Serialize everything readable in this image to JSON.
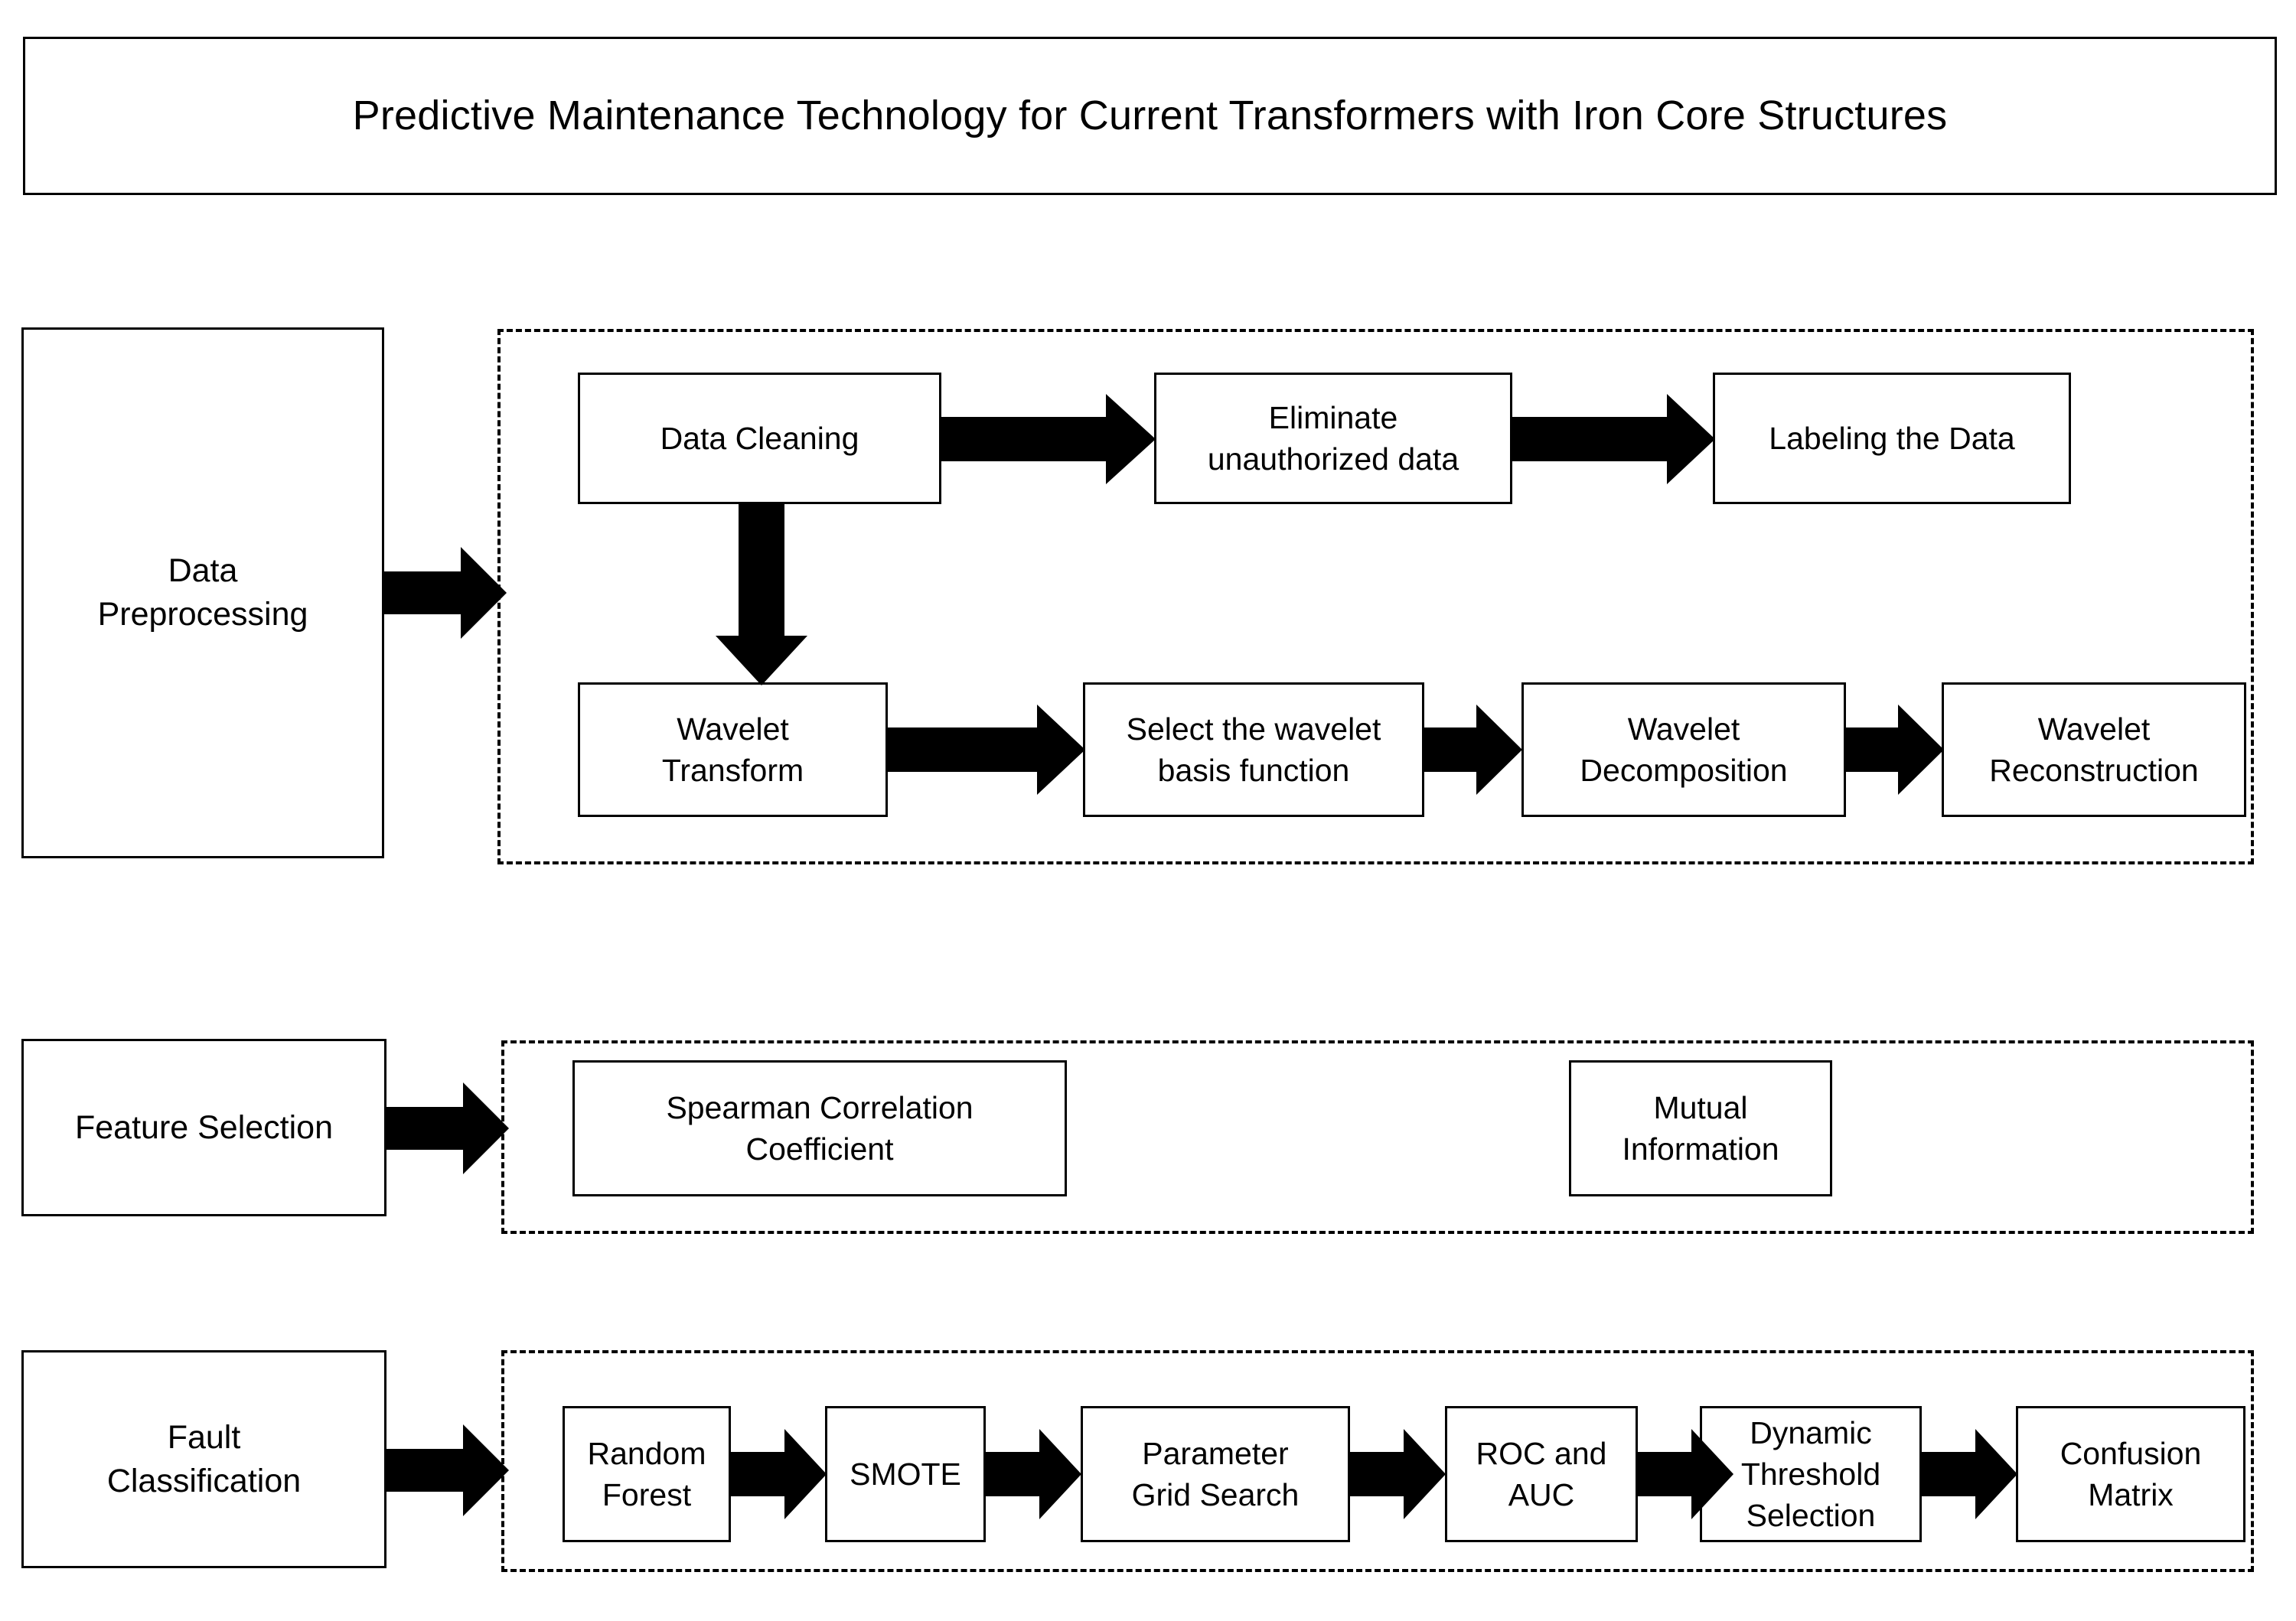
{
  "title": {
    "text": "Predictive Maintenance Technology for Current Transformers with Iron Core Structures"
  },
  "colors": {
    "stroke": "#000000",
    "fill": "#ffffff",
    "arrow": "#000000"
  },
  "rows": [
    {
      "id": "data-preprocessing",
      "stage_label": "Data\nPreprocessing",
      "nodes": [
        {
          "id": "data-cleaning",
          "label": "Data Cleaning"
        },
        {
          "id": "eliminate-unauthorized-data",
          "label": "Eliminate\nunauthorized data"
        },
        {
          "id": "labeling-the-data",
          "label": "Labeling the Data"
        },
        {
          "id": "wavelet-transform",
          "label": "Wavelet\nTransform"
        },
        {
          "id": "select-the-wavelet-basis-function",
          "label": "Select the wavelet\nbasis function"
        },
        {
          "id": "wavelet-decomposition",
          "label": "Wavelet\nDecomposition"
        },
        {
          "id": "wavelet-reconstruction",
          "label": "Wavelet\nReconstruction"
        }
      ]
    },
    {
      "id": "feature-selection",
      "stage_label": "Feature Selection",
      "nodes": [
        {
          "id": "spearman-correlation-coefficient",
          "label": "Spearman Correlation\nCoefficient"
        },
        {
          "id": "mutual-information",
          "label": "Mutual\nInformation"
        }
      ]
    },
    {
      "id": "fault-classification",
      "stage_label": "Fault\nClassification",
      "nodes": [
        {
          "id": "random-forest",
          "label": "Random\nForest"
        },
        {
          "id": "smote",
          "label": "SMOTE"
        },
        {
          "id": "parameter-grid-search",
          "label": "Parameter\nGrid Search"
        },
        {
          "id": "roc-and-auc",
          "label": "ROC and\nAUC"
        },
        {
          "id": "dynamic-threshold-selection",
          "label": "Dynamic\nThreshold\nSelection"
        },
        {
          "id": "confusion-matrix",
          "label": "Confusion\nMatrix"
        }
      ]
    }
  ],
  "labels": {
    "stage_data_preprocessing": "Data\nPreprocessing",
    "stage_feature_selection": "Feature Selection",
    "stage_fault_classification": "Fault\nClassification",
    "data_cleaning": "Data Cleaning",
    "eliminate_unauthorized_data": "Eliminate\nunauthorized data",
    "labeling_the_data": "Labeling the Data",
    "wavelet_transform": "Wavelet\nTransform",
    "select_wavelet_basis": "Select the wavelet\nbasis function",
    "wavelet_decomposition": "Wavelet\nDecomposition",
    "wavelet_reconstruction": "Wavelet\nReconstruction",
    "spearman_correlation_coefficient": "Spearman Correlation\nCoefficient",
    "mutual_information": "Mutual\nInformation",
    "random_forest": "Random\nForest",
    "smote": "SMOTE",
    "parameter_grid_search": "Parameter\nGrid Search",
    "roc_and_auc": "ROC and\nAUC",
    "dynamic_threshold_selection": "Dynamic\nThreshold\nSelection",
    "confusion_matrix": "Confusion\nMatrix"
  },
  "connections": [
    {
      "id": "arrow-stage-to-data-cleaning",
      "from": "data-preprocessing",
      "to": "data-cleaning",
      "direction": "right"
    },
    {
      "id": "arrow-data-cleaning-to-eliminate",
      "from": "data-cleaning",
      "to": "eliminate-unauthorized-data",
      "direction": "right"
    },
    {
      "id": "arrow-eliminate-to-labeling",
      "from": "eliminate-unauthorized-data",
      "to": "labeling-the-data",
      "direction": "right"
    },
    {
      "id": "arrow-data-cleaning-to-wavelet-transform",
      "from": "data-cleaning",
      "to": "wavelet-transform",
      "direction": "down"
    },
    {
      "id": "arrow-wavelet-transform-to-select-basis",
      "from": "wavelet-transform",
      "to": "select-the-wavelet-basis-function",
      "direction": "right"
    },
    {
      "id": "arrow-select-basis-to-decomposition",
      "from": "select-the-wavelet-basis-function",
      "to": "wavelet-decomposition",
      "direction": "right"
    },
    {
      "id": "arrow-decomposition-to-reconstruction",
      "from": "wavelet-decomposition",
      "to": "wavelet-reconstruction",
      "direction": "right"
    },
    {
      "id": "arrow-stage-to-spearman",
      "from": "feature-selection",
      "to": "spearman-correlation-coefficient",
      "direction": "right"
    },
    {
      "id": "arrow-stage-to-random-forest",
      "from": "fault-classification",
      "to": "random-forest",
      "direction": "right"
    },
    {
      "id": "arrow-random-forest-to-smote",
      "from": "random-forest",
      "to": "smote",
      "direction": "right"
    },
    {
      "id": "arrow-smote-to-parameter-grid-search",
      "from": "smote",
      "to": "parameter-grid-search",
      "direction": "right"
    },
    {
      "id": "arrow-parameter-grid-search-to-roc",
      "from": "parameter-grid-search",
      "to": "roc-and-auc",
      "direction": "right"
    },
    {
      "id": "arrow-roc-to-dynamic-threshold",
      "from": "roc-and-auc",
      "to": "dynamic-threshold-selection",
      "direction": "right"
    },
    {
      "id": "arrow-dynamic-threshold-to-confusion-matrix",
      "from": "dynamic-threshold-selection",
      "to": "confusion-matrix",
      "direction": "right"
    }
  ]
}
